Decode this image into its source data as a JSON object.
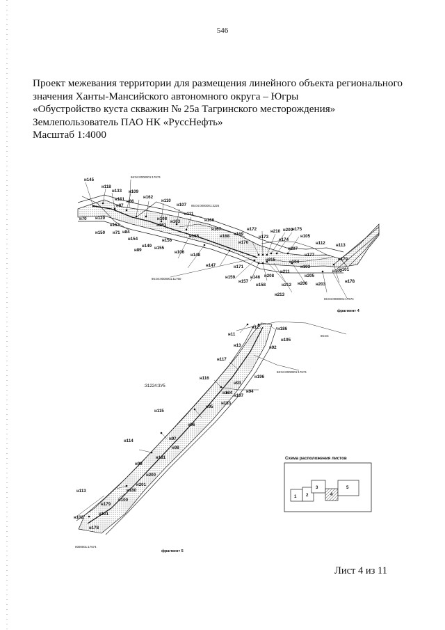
{
  "page_number": "546",
  "title_lines": [
    "Проект  межевания территории для размещения линейного объекта регионального",
    "значения Ханты-Мансийского автономного округа – Югры",
    "«Обустройство куста скважин № 25а Тагринского месторождения»",
    "Землепользователь ПАО НК «РуссНефть»",
    "Масштаб 1:4000"
  ],
  "fragment4": {
    "caption": "фрагмент 4",
    "cadastral": [
      "86:04:0000001:17674",
      "86:04:0000001:3226",
      "86:04:0000001:11760",
      "86:04:0000001:17674"
    ],
    "points": [
      "н145",
      "н118",
      "н133",
      "н109",
      "н162",
      "н110",
      "н107",
      "н151",
      "н86",
      "н87",
      "н70",
      "н120",
      "н153",
      "н108",
      "н111",
      "н166",
      "н163",
      "н161",
      "н150",
      "н71",
      "н84",
      "н154",
      "н156",
      "н149",
      "н155",
      "н89",
      "н106",
      "н165",
      "н167",
      "н168",
      "н169",
      "н148",
      "н172",
      "н173",
      "н210",
      "н209",
      "н175",
      "н105",
      "н174",
      "н170",
      "н207",
      "н211",
      "н112",
      "н113",
      "н104",
      "н147",
      "н171",
      "н215",
      "н177",
      "н179",
      "н103",
      "н101",
      "н159",
      "н157",
      "н146",
      "н208",
      "н158",
      "н212",
      "н206",
      "н205",
      "н102",
      "н203",
      "н178",
      "н213"
    ]
  },
  "fragment5": {
    "caption": "фрагмент 5",
    "cadastral": [
      "86:04:",
      "86:04:0000001:17674",
      ":31224:ЗУ5",
      "0000001:17674"
    ],
    "points": [
      "н11",
      "н12",
      "н186",
      "н13",
      "н92",
      "н195",
      "н117",
      "н196",
      "н116",
      "н93",
      "н184",
      "н94",
      "н197",
      "н183",
      "н95",
      "н115",
      "н96",
      "н114",
      "н97",
      "н98",
      "н181",
      "н99",
      "н200",
      "н201",
      "н180",
      "н113",
      "н100",
      "н179",
      "н102",
      "н101",
      "н178"
    ]
  },
  "scheme": {
    "title": "Схема расположения листов",
    "sheets": [
      "1",
      "2",
      "3",
      "4",
      "5"
    ]
  },
  "sheet_label": "Лист 4 из 11"
}
